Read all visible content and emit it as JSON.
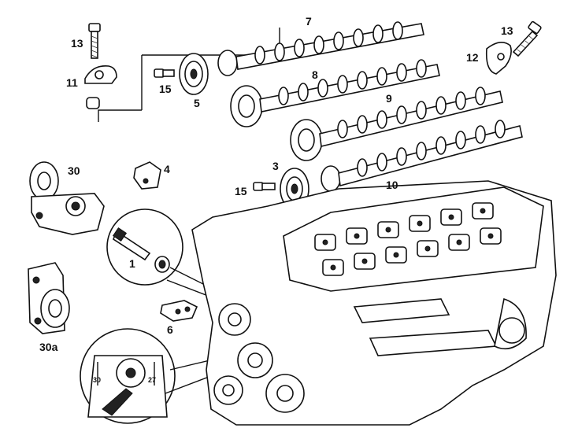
{
  "labels": {
    "l1": "1",
    "l3": "3",
    "l4": "4",
    "l5": "5",
    "l6": "6",
    "l7": "7",
    "l8": "8",
    "l9": "9",
    "l10": "10",
    "l11": "11",
    "l12": "12",
    "l13a": "13",
    "l13b": "13",
    "l15a": "15",
    "l15b": "15",
    "l30": "30",
    "l30a": "30a",
    "inset_30": "30",
    "inset_27": "27"
  }
}
